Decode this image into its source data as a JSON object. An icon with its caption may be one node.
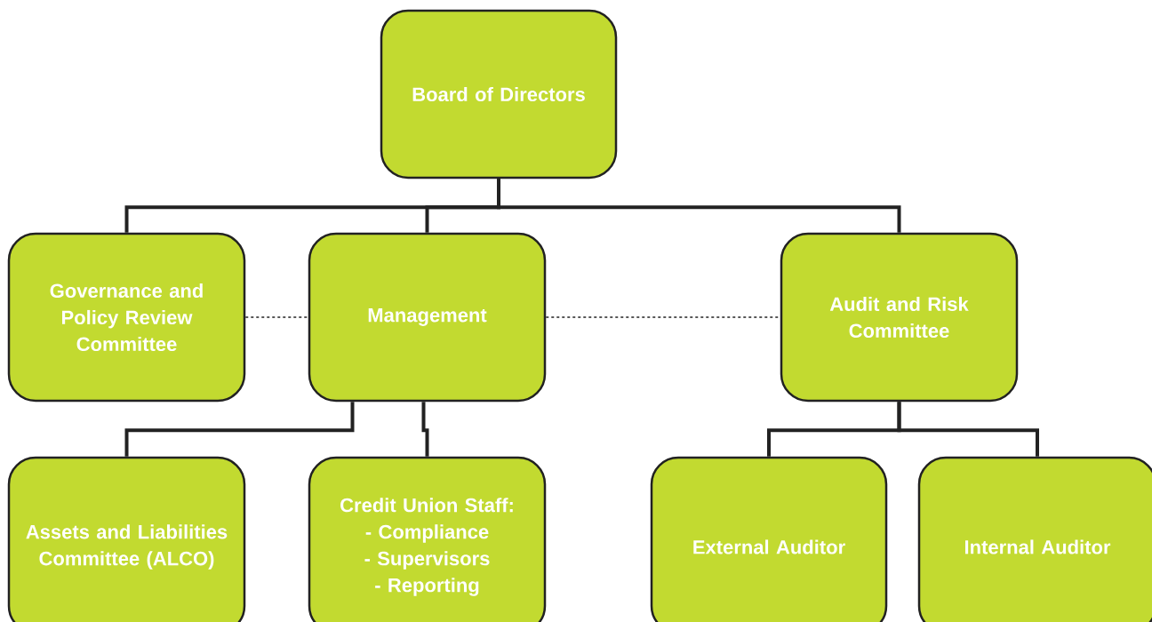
{
  "diagram": {
    "nodes": [
      {
        "text": [
          "Board of Directors"
        ]
      },
      {
        "text": [
          "Governance and Policy Review Committee"
        ]
      },
      {
        "text": [
          "Management"
        ]
      },
      {
        "text": [
          "Audit and Risk Committee"
        ]
      },
      {
        "text": [
          "Assets and Liabilities Committee (ALCO)"
        ]
      },
      {
        "text": [
          "Credit Union Staff:",
          "- Compliance",
          "- Supervisors",
          "- Reporting"
        ]
      },
      {
        "text": [
          "External Auditor"
        ]
      },
      {
        "text": [
          "Internal Auditor"
        ]
      }
    ],
    "edges": [
      {
        "from": 0,
        "to": 1,
        "arrow": "none"
      },
      {
        "from": 0,
        "to": 2,
        "arrow": "none"
      },
      {
        "from": 0,
        "to": 3,
        "arrow": "none"
      },
      {
        "from": 1,
        "to": 2,
        "arrow": "none",
        "style": "dashed"
      },
      {
        "from": 2,
        "to": 3,
        "arrow": "none",
        "style": "dashed"
      },
      {
        "from": 2,
        "to": 4,
        "arrow": "none"
      },
      {
        "from": 2,
        "to": 5,
        "arrow": "none"
      },
      {
        "from": 3,
        "to": 6,
        "arrow": "none"
      },
      {
        "from": 3,
        "to": 7,
        "arrow": "none"
      }
    ]
  }
}
